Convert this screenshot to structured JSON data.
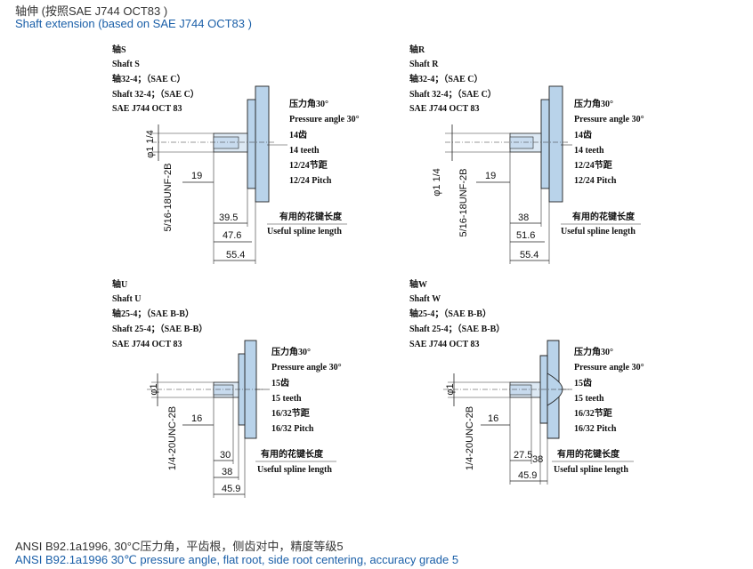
{
  "header": {
    "title_cn": "轴伸 (按照SAE J744 OCT83 )",
    "title_en": "Shaft extension (based on SAE J744 OCT83 )"
  },
  "footer": {
    "line_cn": "ANSI B92.1a1996,   30°C压力角，平齿根，侧齿对中，精度等级5",
    "line_en": "ANSI B92.1a1996  30℃ pressure angle, flat root, side root centering, accuracy grade 5"
  },
  "colors": {
    "flange": "#b9d3ea",
    "shaft": "#dde9f4",
    "en_text": "#1a5fa8"
  },
  "shafts": {
    "s": {
      "title_cn": "轴S",
      "title_en": "Shaft S",
      "std_cn": "轴32-4；（SAE C）",
      "std_en": "Shaft 32-4；（SAE C）",
      "std_sae": "SAE J744 OCT 83",
      "pa_cn": "压力角30°",
      "pa_en": "Pressure angle 30°",
      "teeth_cn": "14齿",
      "teeth_en": "14 teeth",
      "pitch_cn": "12/24节距",
      "pitch_en": "12/24 Pitch",
      "diam": "φ1 1/4",
      "thread": "5/16-18UNF-2B",
      "d1": "19",
      "d2": "39.5",
      "d3": "47.6",
      "d4": "55.4",
      "useful_cn": "有用的花键长度",
      "useful_en": "Useful spline length"
    },
    "r": {
      "title_cn": "轴R",
      "title_en": "Shaft R",
      "std_cn": "轴32-4；（SAE C）",
      "std_en": "Shaft 32-4；（SAE C）",
      "std_sae": "SAE J744 OCT 83",
      "pa_cn": "压力角30°",
      "pa_en": "Pressure angle 30°",
      "teeth_cn": "14齿",
      "teeth_en": "14 teeth",
      "pitch_cn": "12/24节距",
      "pitch_en": "12/24 Pitch",
      "diam": "φ1 1/4",
      "thread": "5/16-18UNF-2B",
      "d1": "19",
      "d2": "38",
      "d3": "51.6",
      "d4": "55.4",
      "useful_cn": "有用的花键长度",
      "useful_en": "Useful spline length"
    },
    "u": {
      "title_cn": "轴U",
      "title_en": "Shaft U",
      "std_cn": "轴25-4；（SAE B-B）",
      "std_en": "Shaft 25-4；（SAE B-B）",
      "std_sae": "SAE J744 OCT 83",
      "pa_cn": "压力角30°",
      "pa_en": "Pressure angle 30°",
      "teeth_cn": "15齿",
      "teeth_en": "15 teeth",
      "pitch_cn": "16/32节距",
      "pitch_en": "16/32 Pitch",
      "diam": "φ1",
      "thread": "1/4-20UNC-2B",
      "d1": "16",
      "d2": "30",
      "d3": "38",
      "d4": "45.9",
      "useful_cn": "有用的花键长度",
      "useful_en": "Useful spline length"
    },
    "w": {
      "title_cn": "轴W",
      "title_en": "Shaft W",
      "std_cn": "轴25-4；（SAE B-B）",
      "std_en": "Shaft 25-4；（SAE B-B）",
      "std_sae": "SAE J744 OCT 83",
      "pa_cn": "压力角30°",
      "pa_en": "Pressure angle 30°",
      "teeth_cn": "15齿",
      "teeth_en": "15 teeth",
      "pitch_cn": "16/32节距",
      "pitch_en": "16/32 Pitch",
      "diam": "φ1",
      "thread": "1/4-20UNC-2B",
      "d1": "16",
      "d2": "27.5",
      "d3": "38",
      "d4": "45.9",
      "useful_cn": "有用的花键长度",
      "useful_en": "Useful spline length"
    }
  }
}
